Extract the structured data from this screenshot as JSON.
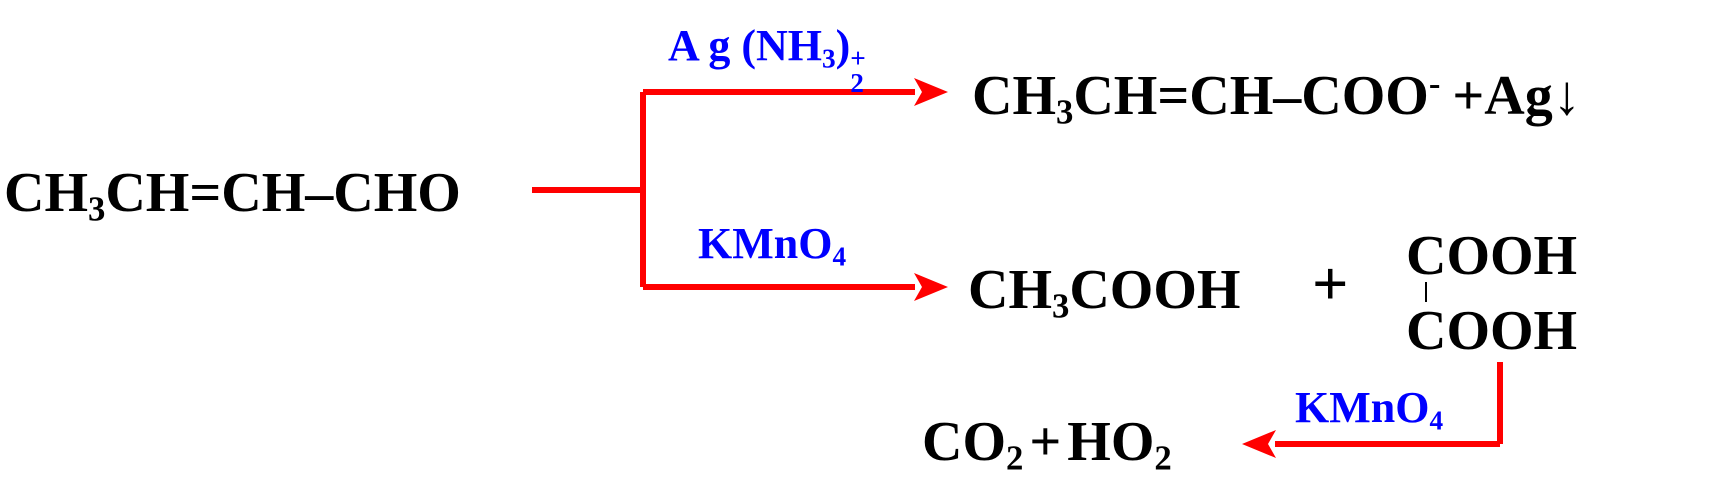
{
  "colors": {
    "arrow": "#ff0000",
    "reagent": "#0000ff",
    "text": "#000000"
  },
  "reactant": {
    "p1": "CH",
    "sub1": "3",
    "p2": "CH=CH–CHO"
  },
  "reagents": {
    "tollens": {
      "p1": "A g (NH",
      "sub1": "3",
      "p2": ")",
      "sup": "+",
      "sub2": "2"
    },
    "kmno4_upper": {
      "p1": "KMnO",
      "sub": "4"
    },
    "kmno4_lower": {
      "p1": "KMnO",
      "sub": "4"
    }
  },
  "product_top": {
    "p1": "CH",
    "sub1": "3",
    "p2": "CH=CH–COO",
    "sup": "-",
    "p3": "+Ag↓"
  },
  "product_mid": {
    "acetic": {
      "p1": "CH",
      "sub1": "3",
      "p2": "COOH"
    },
    "plus": "+",
    "oxalic_top": "COOH",
    "oxalic_bottom": "COOH"
  },
  "product_bottom": {
    "p1": "CO",
    "sub1": "2",
    "plus": "+",
    "p2": "HO",
    "sub2": "2"
  }
}
